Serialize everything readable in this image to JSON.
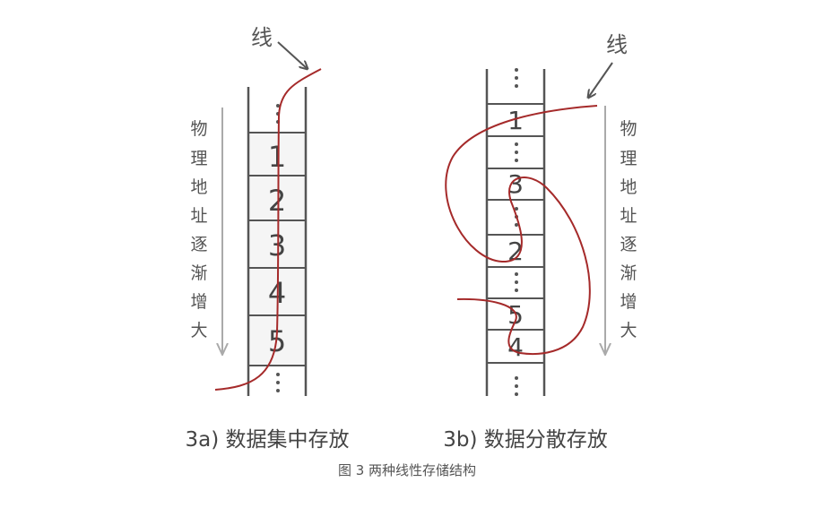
{
  "diagram_a": {
    "pointer_label": "线",
    "cells": [
      "1",
      "2",
      "3",
      "4",
      "5"
    ],
    "axis_label": [
      "物",
      "理",
      "地",
      "址",
      "逐",
      "渐",
      "增",
      "大"
    ],
    "caption": "3a) 数据集中存放"
  },
  "diagram_b": {
    "pointer_label": "线",
    "cells": [
      "1",
      "3",
      "2",
      "5",
      "4"
    ],
    "axis_label": [
      "物",
      "理",
      "地",
      "址",
      "逐",
      "渐",
      "增",
      "大"
    ],
    "caption": "3b) 数据分散存放"
  },
  "figure_caption": "图 3 两种线性存储结构",
  "colors": {
    "line": "#a52a2a",
    "stroke": "#555555",
    "arrow": "#aaaaaa",
    "cell_fill": "#f5f5f5"
  }
}
